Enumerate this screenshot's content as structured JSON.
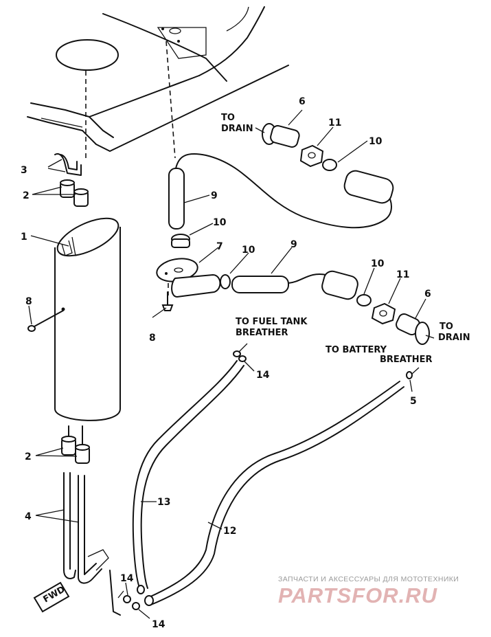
{
  "callouts": {
    "p1": "1",
    "p2a": "2",
    "p2b": "2",
    "p3": "3",
    "p4": "4",
    "p5": "5",
    "p6a": "6",
    "p6b": "6",
    "p7": "7",
    "p8a": "8",
    "p8b": "8",
    "p9a": "9",
    "p9b": "9",
    "p10a": "10",
    "p10b": "10",
    "p10c": "10",
    "p10d": "10",
    "p11a": "11",
    "p11b": "11",
    "p12": "12",
    "p13": "13",
    "p14a": "14",
    "p14b": "14",
    "p14c": "14"
  },
  "labels": {
    "to_drain_top_1": "TO",
    "to_drain_top_2": "DRAIN",
    "to_drain_right_1": "TO",
    "to_drain_right_2": "DRAIN",
    "fuel_tank_1": "TO FUEL TANK",
    "fuel_tank_2": "BREATHER",
    "battery_1": "TO BATTERY",
    "battery_2": "BREATHER",
    "fwd": "FWD"
  },
  "watermark": {
    "tagline": "ЗАПЧАСТИ И АКСЕССУАРЫ ДЛЯ МОТОТЕХНИКИ",
    "brand": "PARTSFOR.RU"
  }
}
